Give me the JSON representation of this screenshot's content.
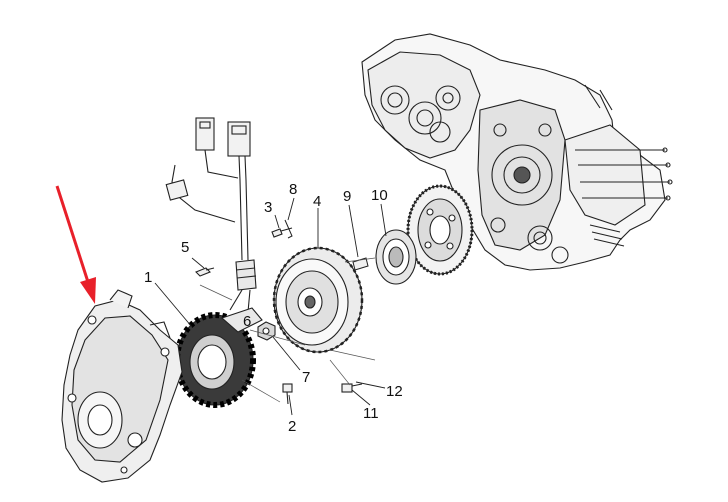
{
  "diagram": {
    "type": "exploded-parts-diagram",
    "accent_color": "#e8202a",
    "line_color": "#222222",
    "callouts": [
      {
        "id": "part-1",
        "label": "1"
      },
      {
        "id": "part-2",
        "label": "2"
      },
      {
        "id": "part-3",
        "label": "3"
      },
      {
        "id": "part-4",
        "label": "4"
      },
      {
        "id": "part-5",
        "label": "5"
      },
      {
        "id": "part-6",
        "label": "6"
      },
      {
        "id": "part-7",
        "label": "7"
      },
      {
        "id": "part-8",
        "label": "8"
      },
      {
        "id": "part-9",
        "label": "9"
      },
      {
        "id": "part-10",
        "label": "10"
      },
      {
        "id": "part-11",
        "label": "11"
      },
      {
        "id": "part-12",
        "label": "12"
      }
    ],
    "highlight_arrow": {
      "target": "engine-side-cover",
      "color": "#e8202a"
    }
  }
}
